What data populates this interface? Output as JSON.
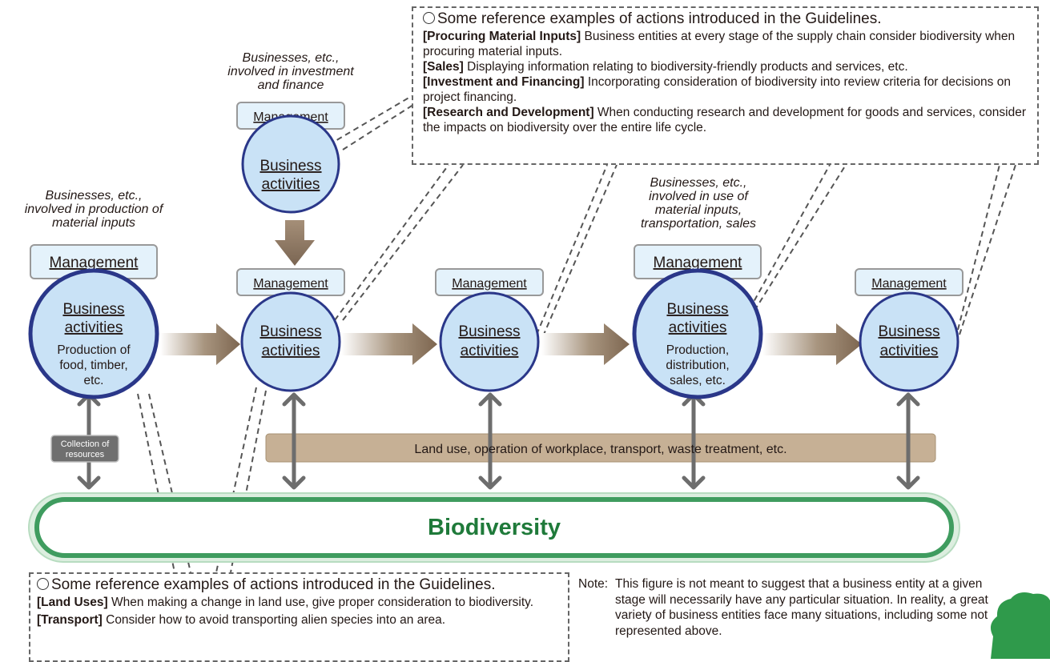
{
  "captions": {
    "investment": [
      "Businesses, etc.,",
      "involved in investment",
      "and finance"
    ],
    "production": [
      "Businesses, etc.,",
      "involved in production of",
      "material inputs"
    ],
    "use": [
      "Businesses, etc.,",
      "involved in use of",
      "material inputs,",
      "transportation, sales"
    ]
  },
  "management_label": "Management",
  "nodes": {
    "investment": {
      "title": [
        "Business",
        "activities"
      ]
    },
    "production": {
      "title": [
        "Business",
        "activities"
      ],
      "desc": [
        "Production of",
        "food, timber,",
        "etc."
      ]
    },
    "second": {
      "title": [
        "Business",
        "activities"
      ]
    },
    "third": {
      "title": [
        "Business",
        "activities"
      ]
    },
    "distribution": {
      "title": [
        "Business",
        "activities"
      ],
      "desc": [
        "Production,",
        "distribution,",
        "sales, etc."
      ]
    },
    "fifth": {
      "title": [
        "Business",
        "activities"
      ]
    }
  },
  "collection_label": [
    "Collection of",
    "resources"
  ],
  "land_use_label": "Land use, operation of workplace, transport, waste treatment, etc.",
  "biodiversity_label": "Biodiversity",
  "box_top": {
    "heading": "Some reference examples of actions introduced in the Guidelines.",
    "items": [
      {
        "tag": "[Procuring Material Inputs]",
        "text": " Business entities at every stage of the supply chain consider biodiversity when procuring material inputs."
      },
      {
        "tag": "[Sales]",
        "text": " Displaying information relating to biodiversity-friendly products and services, etc."
      },
      {
        "tag": "[Investment and Financing]",
        "text": " Incorporating consideration of biodiversity into review criteria for decisions on project financing."
      },
      {
        "tag": "[Research and Development]",
        "text": " When conducting research and development for goods and services, consider the impacts on biodiversity over the entire life cycle."
      }
    ]
  },
  "box_bottom": {
    "heading": "Some reference examples of actions introduced in the Guidelines.",
    "items": [
      {
        "tag": "[Land Uses]",
        "text": " When making a change in land use, give proper consideration to biodiversity."
      },
      {
        "tag": "[Transport]",
        "text": " Consider how to avoid transporting alien species into an area."
      }
    ]
  },
  "note": {
    "label": "Note:",
    "text": "This figure is not meant to suggest that a business entity at a given stage will necessarily have any particular situation. In reality, a great variety of business entities face many situations, including some not represented above."
  },
  "colors": {
    "circle_fill": "#c9e2f6",
    "circle_stroke": "#2a3789",
    "mgmt_fill": "#e4f2fb",
    "mgmt_stroke": "#999999",
    "arrow_brown": "#8c7660",
    "land_use_fill": "#c6b095",
    "biodiversity_text": "#1f7a3a",
    "biodiversity_ring": "#3f9c5f",
    "tree": "#2f9a4b",
    "gray_arrow": "#6d6d6d"
  }
}
